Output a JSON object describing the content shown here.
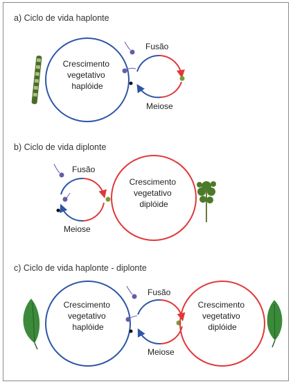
{
  "sections": [
    {
      "title": "a) Ciclo de vida haplonte",
      "haploid_label": [
        "Crescimento",
        "vegetativo",
        "haplóide"
      ],
      "fusion_label": "Fusão",
      "meiosis_label": "Meiose"
    },
    {
      "title": "b) Ciclo de vida diplonte",
      "diploid_label": [
        "Crescimento",
        "vegetativo",
        "diplóide"
      ],
      "fusion_label": "Fusão",
      "meiosis_label": "Meiose"
    },
    {
      "title": "c) Ciclo de vida haplonte - diplonte",
      "haploid_label": [
        "Crescimento",
        "vegetativo",
        "haplóide"
      ],
      "diploid_label": [
        "Crescimento",
        "vegetativo",
        "diplóide"
      ],
      "fusion_label": "Fusão",
      "meiosis_label": "Meiose"
    }
  ],
  "colors": {
    "haploid": "#2e56a6",
    "diploid": "#e0383a",
    "zygote": "#7a9a3a",
    "spore": "#111111",
    "gamete": "#6a5aa8",
    "alga": "#4a6a2a",
    "leaf": "#3a8a3a"
  }
}
